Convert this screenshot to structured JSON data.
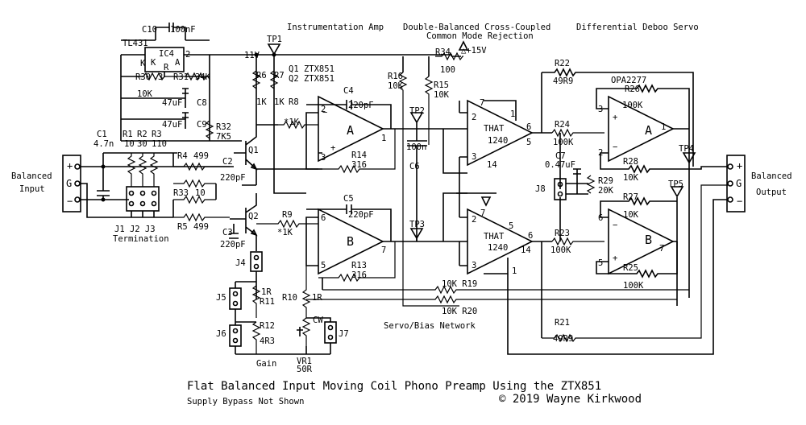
{
  "headings": {
    "instrumentation": "Instrumentation Amp",
    "double_balanced": "Double-Balanced Cross-Coupled",
    "common_mode": "Common Mode Rejection",
    "servo": "Differential Deboo Servo"
  },
  "footer": {
    "title": "Flat Balanced Input Moving Coil Phono Preamp Using the ZTX851",
    "note": "Supply Bypass Not Shown",
    "copyright": "© 2019 Wayne Kirkwood"
  },
  "connectors": {
    "input_title_1": "Balanced",
    "input_title_2": "Input",
    "output_title_1": "Balanced",
    "output_title_2": "Output",
    "plus": "+",
    "ground": "G",
    "minus": "−"
  },
  "labels": {
    "c10": "C10",
    "c10v": "100nF",
    "tl431": "TL431",
    "ic4": "IC4",
    "k": "K",
    "a": "A",
    "r": "R",
    "k2": "K",
    "pin1": "1",
    "pin2": "2",
    "pin3": "3",
    "v11": "11V",
    "tp1": "TP1",
    "q1q2": "Q1 ZTX851",
    "q2": "Q2 ZTX851",
    "r34": "R34",
    "r34v": "100",
    "supply": "△+15V",
    "r16": "R16",
    "r16v": "10K",
    "r15": "R15",
    "r15v": "10K",
    "r22": "R22",
    "r22v": "49R9",
    "r30": "R30",
    "r30v": "10K",
    "r31": "R31",
    "r31v": "34K",
    "c8": "C8",
    "c8v": "47uF",
    "c9": "C9",
    "c9v": "47uF",
    "r32": "R32",
    "r32v": "7K5",
    "r6": "R6",
    "r6v": "1K",
    "r7": "R7",
    "r7v": "1K",
    "r8": "R8",
    "r8v": "*1K",
    "c4": "C4",
    "c4v": "220pF",
    "ampA": "A",
    "ampB": "B",
    "tp2": "TP2",
    "c6": "C6",
    "c6v": "100n",
    "that1": "THAT",
    "that1v": "1240",
    "that2": "THAT",
    "that2v": "1240",
    "opa": "OPA2277",
    "r26": "R26",
    "r26v": "100K",
    "r24": "R24",
    "r24v": "100K",
    "c7": "C7",
    "c7v": "0.47uF",
    "r28": "R28",
    "r28v": "10K",
    "tp4": "TP4",
    "tp5": "TP5",
    "r29": "R29",
    "r29v": "20K",
    "j8": "J8",
    "r27": "R27",
    "r27v": "10K",
    "r23": "R23",
    "r23v": "100K",
    "r25": "R25",
    "r25v": "100K",
    "c1": "C1",
    "c1v": "4.7n",
    "r1": "R1",
    "r1v": "10",
    "r2": "R2",
    "r2v": "30",
    "r3": "R3",
    "r3v": "110",
    "r4": "R4",
    "r4v": "499",
    "r5": "R5",
    "r5v": "499",
    "r33": "R33",
    "r33v": "10",
    "c2": "C2",
    "c2v": "220pF",
    "c3": "C3",
    "c3v": "220pF",
    "q1": "Q1",
    "q2b": "Q2",
    "r14": "R14",
    "r14v": "316",
    "r13": "R13",
    "r13v": "316",
    "c5": "C5",
    "c5v": "220pF",
    "r9": "R9",
    "r9v": "*1K",
    "tp3": "TP3",
    "j1j3": "J1 J2 J3",
    "termination": "Termination",
    "j4": "J4",
    "j5": "J5",
    "j6": "J6",
    "j7": "J7",
    "r11": "R11",
    "r11v": "1R",
    "r12": "R12",
    "r12v": "4R3",
    "r10": "R10",
    "r10v": "1R",
    "cw": "CW",
    "vr1": "VR1",
    "vr1v": "50R",
    "gain": "Gain",
    "r19": "10K R19",
    "r20": "10K R20",
    "servo_net": "Servo/Bias Network",
    "r21": "R21",
    "r21v": "49R9"
  }
}
